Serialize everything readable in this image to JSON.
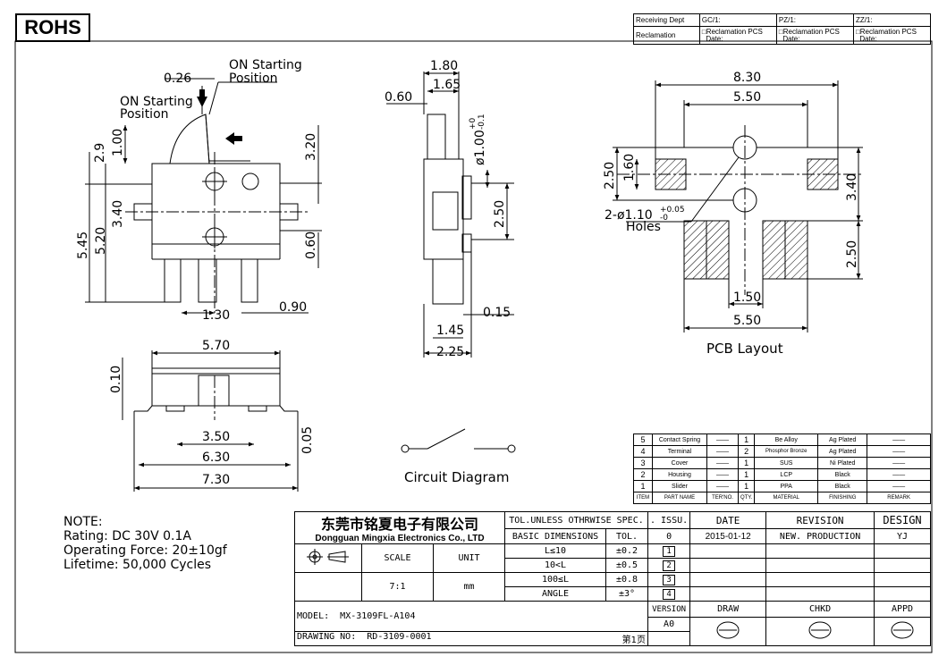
{
  "rohs": "ROHS",
  "receiving_table": {
    "receiving_dept": "Receiving Dept",
    "gc": "GC/1:",
    "pz": "PZ/1:",
    "zz": "ZZ/1:",
    "reclamation": "Reclamation",
    "recl_cell_1": "□Reclamation  PCS",
    "recl_cell_2": "□Reclamation  PCS",
    "recl_cell_3": "□Reclamation  PCS",
    "date": "Date:"
  },
  "front_view": {
    "d_026": "0.26",
    "on_starting_1": "ON Starting",
    "position_1": "Position",
    "on_starting_2": "ON Starting",
    "position_2": "Position",
    "d_29": "2.9",
    "d_100": "1.00",
    "d_320": "3.20",
    "d_545": "5.45",
    "d_520": "5.20",
    "d_340": "3.40",
    "d_060": "0.60",
    "d_130": "1.30",
    "d_090": "0.90"
  },
  "side_view": {
    "d_180": "1.80",
    "d_165": "1.65",
    "d_060": "0.60",
    "d_dia": "ø1.00",
    "d_dia_tol": "+0",
    "d_dia_tol2": "-0.1",
    "d_250": "2.50",
    "d_015": "0.15",
    "d_145": "1.45",
    "d_225": "2.25"
  },
  "bottom_view": {
    "d_570": "5.70",
    "d_010": "0.10",
    "d_350": "3.50",
    "d_630": "6.30",
    "d_730": "7.30",
    "d_005": "0.05"
  },
  "pcb": {
    "d_830": "8.30",
    "d_550_top": "5.50",
    "d_250": "2.50",
    "d_160": "1.60",
    "d_340": "3.40",
    "holes": "2-ø1.10",
    "holes_tol": "+0.05",
    "holes_tol2": "-0",
    "holes_label": "Holes",
    "d_250_b": "2.50",
    "d_150": "1.50",
    "d_550_bot": "5.50",
    "title": "PCB  Layout"
  },
  "circuit_title": "Circuit  Diagram",
  "notes": [
    "NOTE:",
    "Rating:  DC  30V  0.1A",
    "Operating  Force:  20±10gf",
    "Lifetime:    50,000  Cycles"
  ],
  "bom": {
    "rows": [
      {
        "item": "5",
        "part": "Contact Spring",
        "ter": "——",
        "qty": "1",
        "material": "Be Alloy",
        "finishing": "Ag Plated",
        "remark": "——"
      },
      {
        "item": "4",
        "part": "Terminal",
        "ter": "——",
        "qty": "2",
        "material": "Phosphor Bronze",
        "finishing": "Ag Plated",
        "remark": "——"
      },
      {
        "item": "3",
        "part": "Cover",
        "ter": "——",
        "qty": "1",
        "material": "SUS",
        "finishing": "Ni Plated",
        "remark": "——"
      },
      {
        "item": "2",
        "part": "Housing",
        "ter": "——",
        "qty": "1",
        "material": "LCP",
        "finishing": "Black",
        "remark": "——"
      },
      {
        "item": "1",
        "part": "Slider",
        "ter": "——",
        "qty": "1",
        "material": "PPA",
        "finishing": "Black",
        "remark": "——"
      }
    ],
    "headers": {
      "item": "ITEM",
      "part": "PART NAME",
      "ter": "TER'NO.",
      "qty": "QTY.",
      "material": "MATERIAL",
      "finishing": "FINISHING",
      "remark": "REMARK"
    }
  },
  "title_block": {
    "company_cn": "东莞市铭夏电子有限公司",
    "company_en": "Dongguan Mingxia Electronics Co., LTD",
    "tol_header": "TOL.UNLESS OTHRWISE SPEC.",
    "basic_dim": "BASIC DIMENSIONS",
    "tol": "TOL.",
    "tol_rows": [
      {
        "range": "L≤10",
        "tol": "±0.2"
      },
      {
        "range": "10<L",
        "tol": "±0.5"
      },
      {
        "range": "100≤L",
        "tol": "±0.8"
      },
      {
        "range": "ANGLE",
        "tol": "±3°"
      }
    ],
    "scale_label": "SCALE",
    "unit_label": "UNIT",
    "scale": "7:1",
    "unit": "mm",
    "issu": ". ISSU.",
    "date_h": "DATE",
    "revision_h": "REVISION",
    "design_h": "DESIGN",
    "issu_val": "0",
    "date_val": "2015-01-12",
    "revision_val": "NEW. PRODUCTION",
    "design_val": "YJ",
    "rev_marks": [
      "1",
      "2",
      "3",
      "4"
    ],
    "version_label": "VERSION",
    "version": "A0",
    "draw": "DRAW",
    "chkd": "CHKD",
    "appd": "APPD",
    "model_label": "MODEL:",
    "model": "MX-3109FL-A104",
    "drawing_label": "DRAWING NO:",
    "drawing_no": "RD-3109-0001",
    "page": "第1页"
  }
}
